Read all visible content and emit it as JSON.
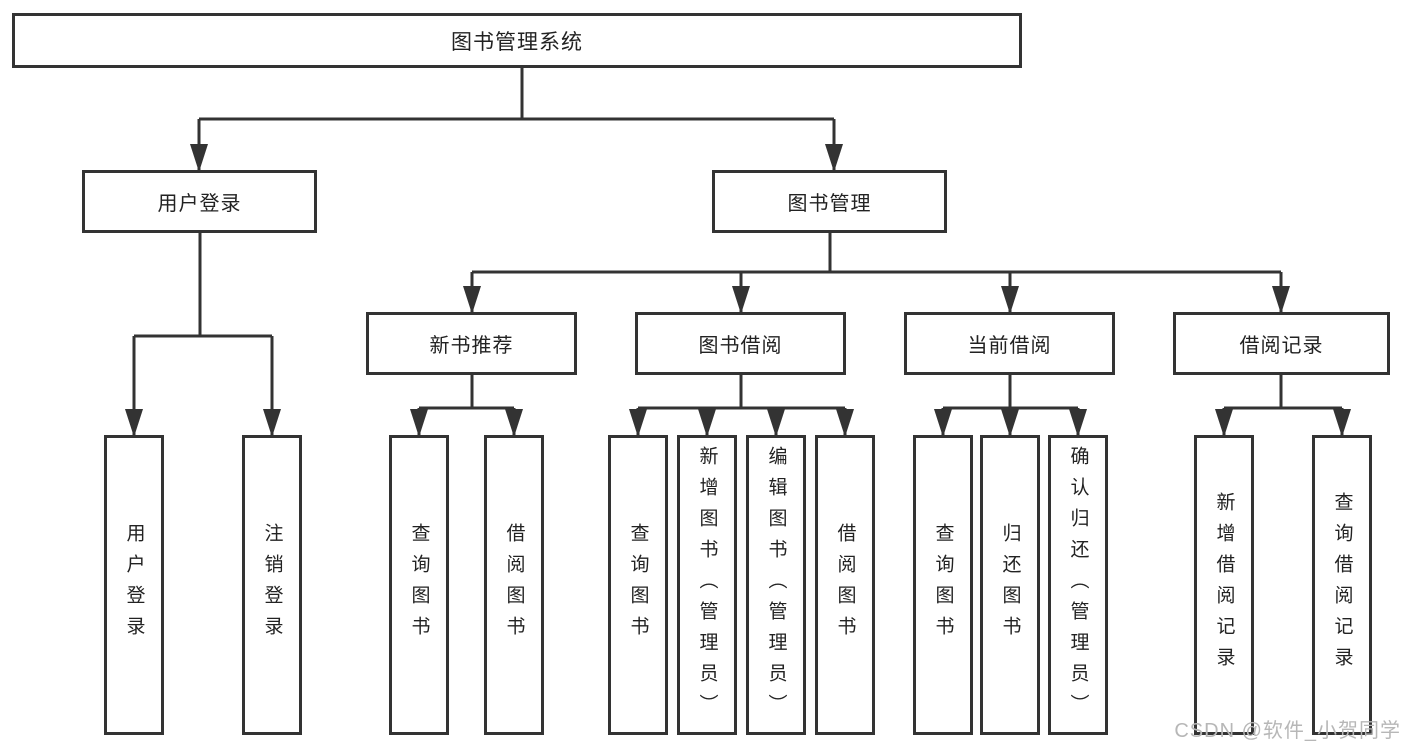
{
  "diagram": {
    "title": "图书管理系统",
    "nodes": {
      "root": "图书管理系统",
      "user_login": "用户登录",
      "book_mgmt": "图书管理",
      "new_books": "新书推荐",
      "book_borrow": "图书借阅",
      "current_borrow": "当前借阅",
      "borrow_records": "借阅记录",
      "leaf_user_login": "用户登录",
      "leaf_logout": "注销登录",
      "nb_query_book": "查询图书",
      "nb_borrow_book": "借阅图书",
      "bb_query_book": "查询图书",
      "bb_add_book": "新增图书（管理员）",
      "bb_edit_book": "编辑图书（管理员）",
      "bb_borrow_book": "借阅图书",
      "cb_query_book": "查询图书",
      "cb_return_book": "归还图书",
      "cb_confirm_return": "确认归还（管理员）",
      "br_add_record": "新增借阅记录",
      "br_query_record": "查询借阅记录"
    },
    "tree": {
      "图书管理系统": {
        "用户登录": [
          "用户登录",
          "注销登录"
        ],
        "图书管理": {
          "新书推荐": [
            "查询图书",
            "借阅图书"
          ],
          "图书借阅": [
            "查询图书",
            "新增图书（管理员）",
            "编辑图书（管理员）",
            "借阅图书"
          ],
          "当前借阅": [
            "查询图书",
            "归还图书",
            "确认归还（管理员）"
          ],
          "借阅记录": [
            "新增借阅记录",
            "查询借阅记录"
          ]
        }
      }
    },
    "watermark": "CSDN @软件_小贺同学",
    "colors": {
      "line": "#333333",
      "text": "#222222",
      "watermark": "#b7b7b7",
      "background": "#ffffff"
    }
  }
}
